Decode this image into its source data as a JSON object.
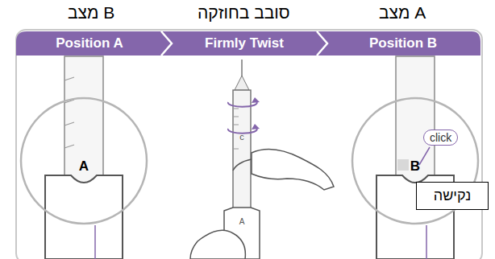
{
  "diagram": {
    "nodes": [
      {
        "text": [
          "Position A"
        ]
      },
      {
        "text": [
          "Firmly Twist"
        ]
      },
      {
        "text": [
          "Position B"
        ]
      },
      {
        "text": [
          "click"
        ]
      },
      {
        "text": [
          "נקישה"
        ]
      }
    ],
    "labels": [
      "מצב B",
      "סובב בחוזקה",
      "מצב A",
      "A",
      "c",
      "A",
      "B"
    ]
  }
}
